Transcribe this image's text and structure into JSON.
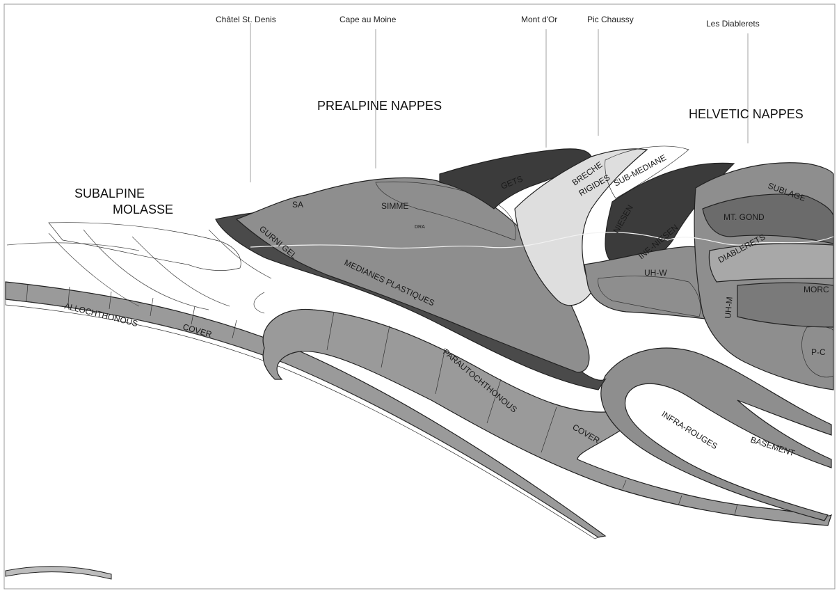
{
  "peaks": [
    {
      "id": "chatel",
      "label": "Châtel St. Denis"
    },
    {
      "id": "cape",
      "label": "Cape au Moine"
    },
    {
      "id": "montdor",
      "label": "Mont d'Or"
    },
    {
      "id": "chaussy",
      "label": "Pic Chaussy"
    },
    {
      "id": "diablerets",
      "label": "Les Diablerets"
    }
  ],
  "groups": {
    "subalpine_line1": "SUBALPINE",
    "subalpine_line2": "MOLASSE",
    "prealpine": "PREALPINE NAPPES",
    "helvetic": "HELVETIC NAPPES"
  },
  "units": {
    "sa": "SA",
    "simme": "SIMME",
    "dra": "DRA",
    "gurnigel": "GURNI GEL",
    "medianes_plastiques": "MEDIANES PLASTIQUES",
    "gets": "GETS",
    "breche": "BRECHE",
    "rigides": "RIGIDES",
    "sub_mediane": "SUB-MEDIANE",
    "niesen": "NIESEN",
    "inf_niesen": "INF.-NIESEN",
    "mt_gond": "MT. GOND",
    "sublage": "SUBLAGE",
    "diablerets": "DIABLERETS",
    "uh_w": "UH-W",
    "uh_m": "UH-M",
    "morc": "MORC",
    "p_c": "P-C",
    "allochthonous": "ALLOCHTHONOUS",
    "cover1": "COVER",
    "parautochthonous": "PARAUTOCHTHONOUS",
    "cover2": "COVER",
    "infra_rouges": "INFRA-ROUGES",
    "basement": "BASEMENT"
  },
  "colors": {
    "dark_nappe": "#3b3b3b",
    "mid_grey": "#8e8e8e",
    "light_grey": "#c8c8c8",
    "pale": "#dedede",
    "cover_band": "#9a9a9a",
    "white": "#ffffff"
  }
}
